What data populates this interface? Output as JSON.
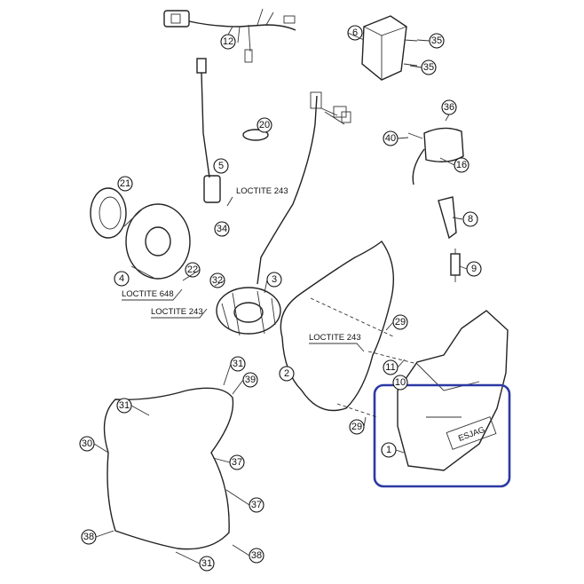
{
  "callouts": {
    "c1": "1",
    "c2": "2",
    "c3": "3",
    "c4": "4",
    "c5": "5",
    "c6": "6",
    "c8": "8",
    "c9": "9",
    "c10": "10",
    "c11": "11",
    "c12": "12",
    "c16": "16",
    "c20": "20",
    "c21": "21",
    "c22": "22",
    "c29a": "29",
    "c29b": "29",
    "c30": "30",
    "c31a": "31",
    "c31b": "31",
    "c31c": "31",
    "c32": "32",
    "c34": "34",
    "c35a": "35",
    "c35b": "35",
    "c36": "36",
    "c37a": "37",
    "c37b": "37",
    "c38a": "38",
    "c38b": "38",
    "c39": "39",
    "c40": "40"
  },
  "notes": {
    "loctite_243_top": "LOCTITE 243",
    "loctite_648": "LOCTITE 648",
    "loctite_243_mid": "LOCTITE 243",
    "loctite_243_cover": "LOCTITE 243"
  },
  "cover_logo": "ESJAG",
  "colors": {
    "highlight": "#2b39a3",
    "line": "#222222"
  }
}
